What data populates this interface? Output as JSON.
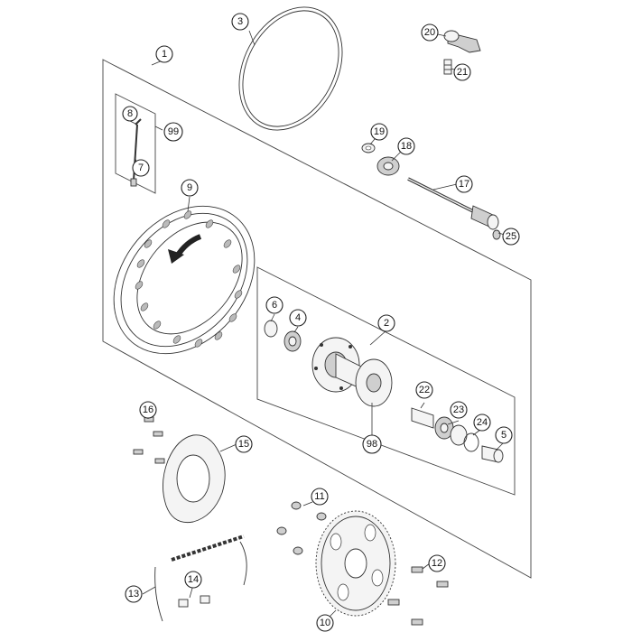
{
  "callouts": {
    "c1": "1",
    "c2": "2",
    "c3": "3",
    "c4": "4",
    "c5": "5",
    "c6": "6",
    "c7": "7",
    "c8": "8",
    "c9": "9",
    "c10": "10",
    "c11": "11",
    "c12": "12",
    "c13": "13",
    "c14": "14",
    "c15": "15",
    "c16": "16",
    "c17": "17",
    "c18": "18",
    "c19": "19",
    "c20": "20",
    "c21": "21",
    "c22": "22",
    "c23": "23",
    "c24": "24",
    "c25": "25",
    "c98": "98",
    "c99": "99"
  }
}
